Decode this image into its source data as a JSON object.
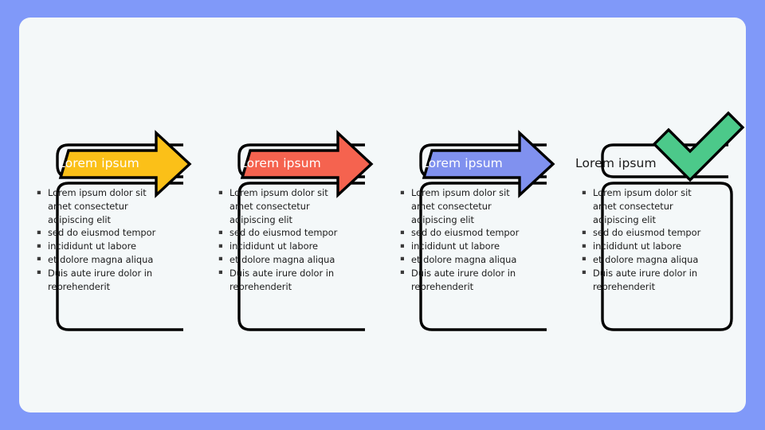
{
  "canvas": {
    "outer_background": "#8099f9",
    "panel_background": "#f4f8f9"
  },
  "diagram": {
    "type": "process-arrow-chevron",
    "step_count": 4,
    "steps": [
      {
        "id": "step-1",
        "heading": "Lorem ipsum",
        "marker": "arrow-right",
        "color": "#fbc018",
        "heading_color": "#ffffff",
        "bullets": [
          "Lorem ipsum dolor sit amet consectetur adipiscing elit",
          "sed do eiusmod tempor",
          "incididunt ut labore",
          "et dolore magna aliqua",
          "Duis aute irure dolor in reprehenderit"
        ]
      },
      {
        "id": "step-2",
        "heading": "Lorem ipsum",
        "marker": "arrow-right",
        "color": "#f5634f",
        "heading_color": "#ffffff",
        "bullets": [
          "Lorem ipsum dolor sit amet consectetur adipiscing elit",
          "sed do eiusmod tempor",
          "incididunt ut labore",
          "et dolore magna aliqua",
          "Duis aute irure dolor in reprehenderit"
        ]
      },
      {
        "id": "step-3",
        "heading": "Lorem ipsum",
        "marker": "arrow-right",
        "color": "#8091ef",
        "heading_color": "#ffffff",
        "bullets": [
          "Lorem ipsum dolor sit amet consectetur adipiscing elit",
          "sed do eiusmod tempor",
          "incididunt ut labore",
          "et dolore magna aliqua",
          "Duis aute irure dolor in reprehenderit"
        ]
      },
      {
        "id": "step-4",
        "heading": "Lorem ipsum",
        "marker": "check-mark",
        "color": "#4cc98a",
        "heading_color": "#1b1b1b",
        "bullets": [
          "Lorem ipsum dolor sit amet consectetur adipiscing elit",
          "sed do eiusmod tempor",
          "incididunt ut labore",
          "et dolore magna aliqua",
          "Duis aute irure dolor in reprehenderit"
        ]
      }
    ]
  }
}
